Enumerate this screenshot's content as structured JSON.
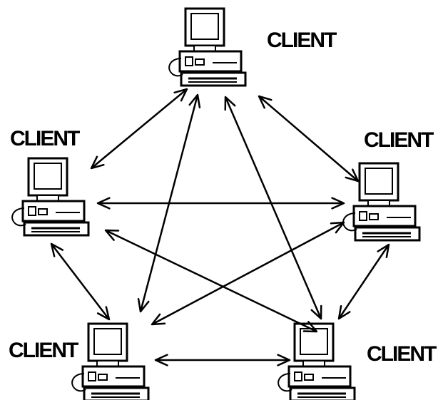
{
  "nodes": [
    {
      "id": "top",
      "label": "CLIENT"
    },
    {
      "id": "left",
      "label": "CLIENT"
    },
    {
      "id": "right",
      "label": "CLIENT"
    },
    {
      "id": "bottom-left",
      "label": "CLIENT"
    },
    {
      "id": "bottom-right",
      "label": "CLIENT"
    }
  ],
  "connections": [
    {
      "from": "top",
      "to": "left",
      "bidirectional": true
    },
    {
      "from": "top",
      "to": "right",
      "bidirectional": true
    },
    {
      "from": "top",
      "to": "bottom-left",
      "bidirectional": true
    },
    {
      "from": "top",
      "to": "bottom-right",
      "bidirectional": true
    },
    {
      "from": "left",
      "to": "right",
      "bidirectional": true
    },
    {
      "from": "left",
      "to": "bottom-left",
      "bidirectional": true
    },
    {
      "from": "left",
      "to": "bottom-right",
      "bidirectional": true
    },
    {
      "from": "right",
      "to": "bottom-left",
      "bidirectional": true
    },
    {
      "from": "right",
      "to": "bottom-right",
      "bidirectional": true
    },
    {
      "from": "bottom-left",
      "to": "bottom-right",
      "bidirectional": true
    }
  ],
  "colors": {
    "line": "#000000",
    "background": "#ffffff"
  },
  "icons": {
    "node": "computer-icon"
  }
}
